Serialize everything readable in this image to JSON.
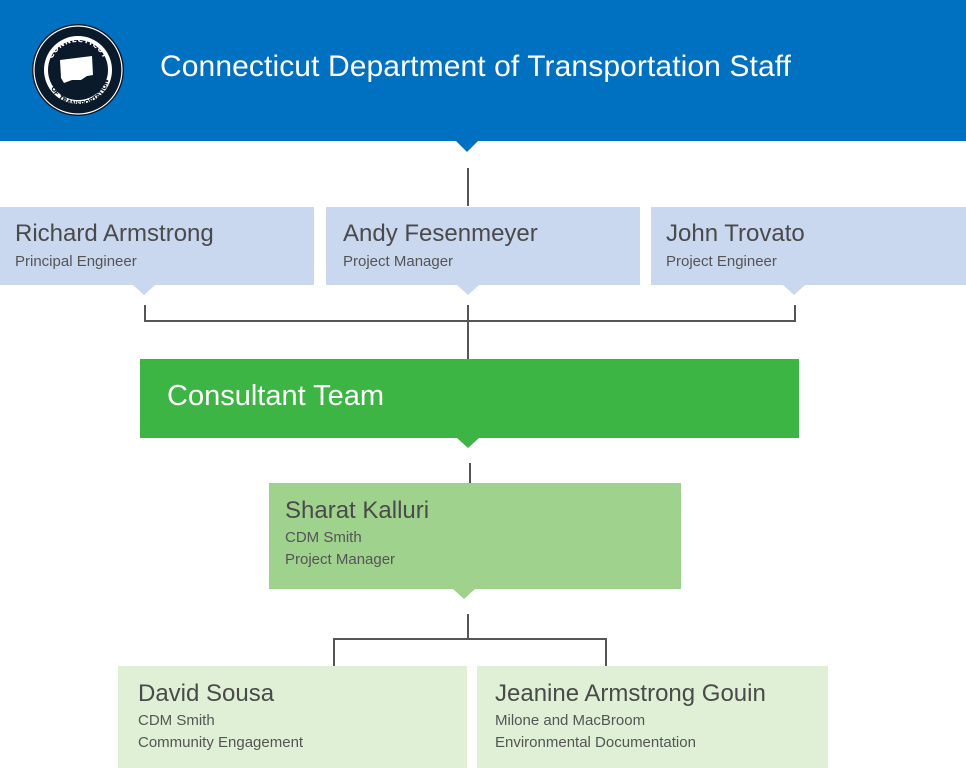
{
  "header": {
    "title": "Connecticut Department of Transportation Staff",
    "seal_text_top": "CONNECTICUT",
    "seal_text_left": "DEPARTMENT",
    "seal_text_bottom": "OF TRANSPORTATION"
  },
  "dot_staff": [
    {
      "name": "Richard Armstrong",
      "role": "Principal Engineer"
    },
    {
      "name": "Andy Fesenmeyer",
      "role": "Project Manager"
    },
    {
      "name": "John Trovato",
      "role": "Project Engineer"
    }
  ],
  "consultant": {
    "title": "Consultant Team",
    "lead": {
      "name": "Sharat Kalluri",
      "company": "CDM Smith",
      "role": "Project Manager"
    },
    "members": [
      {
        "name": "David Sousa",
        "company": "CDM Smith",
        "role": "Community Engagement"
      },
      {
        "name": "Jeanine Armstrong Gouin",
        "company": "Milone and MacBroom",
        "role": "Environmental Documentation"
      }
    ]
  },
  "colors": {
    "header_blue": "#0070c0",
    "staff_card": "#c9d7ef",
    "team_green": "#3db544",
    "lead_green": "#9fd28d",
    "member_green": "#dff0d6",
    "connector": "#555555"
  }
}
